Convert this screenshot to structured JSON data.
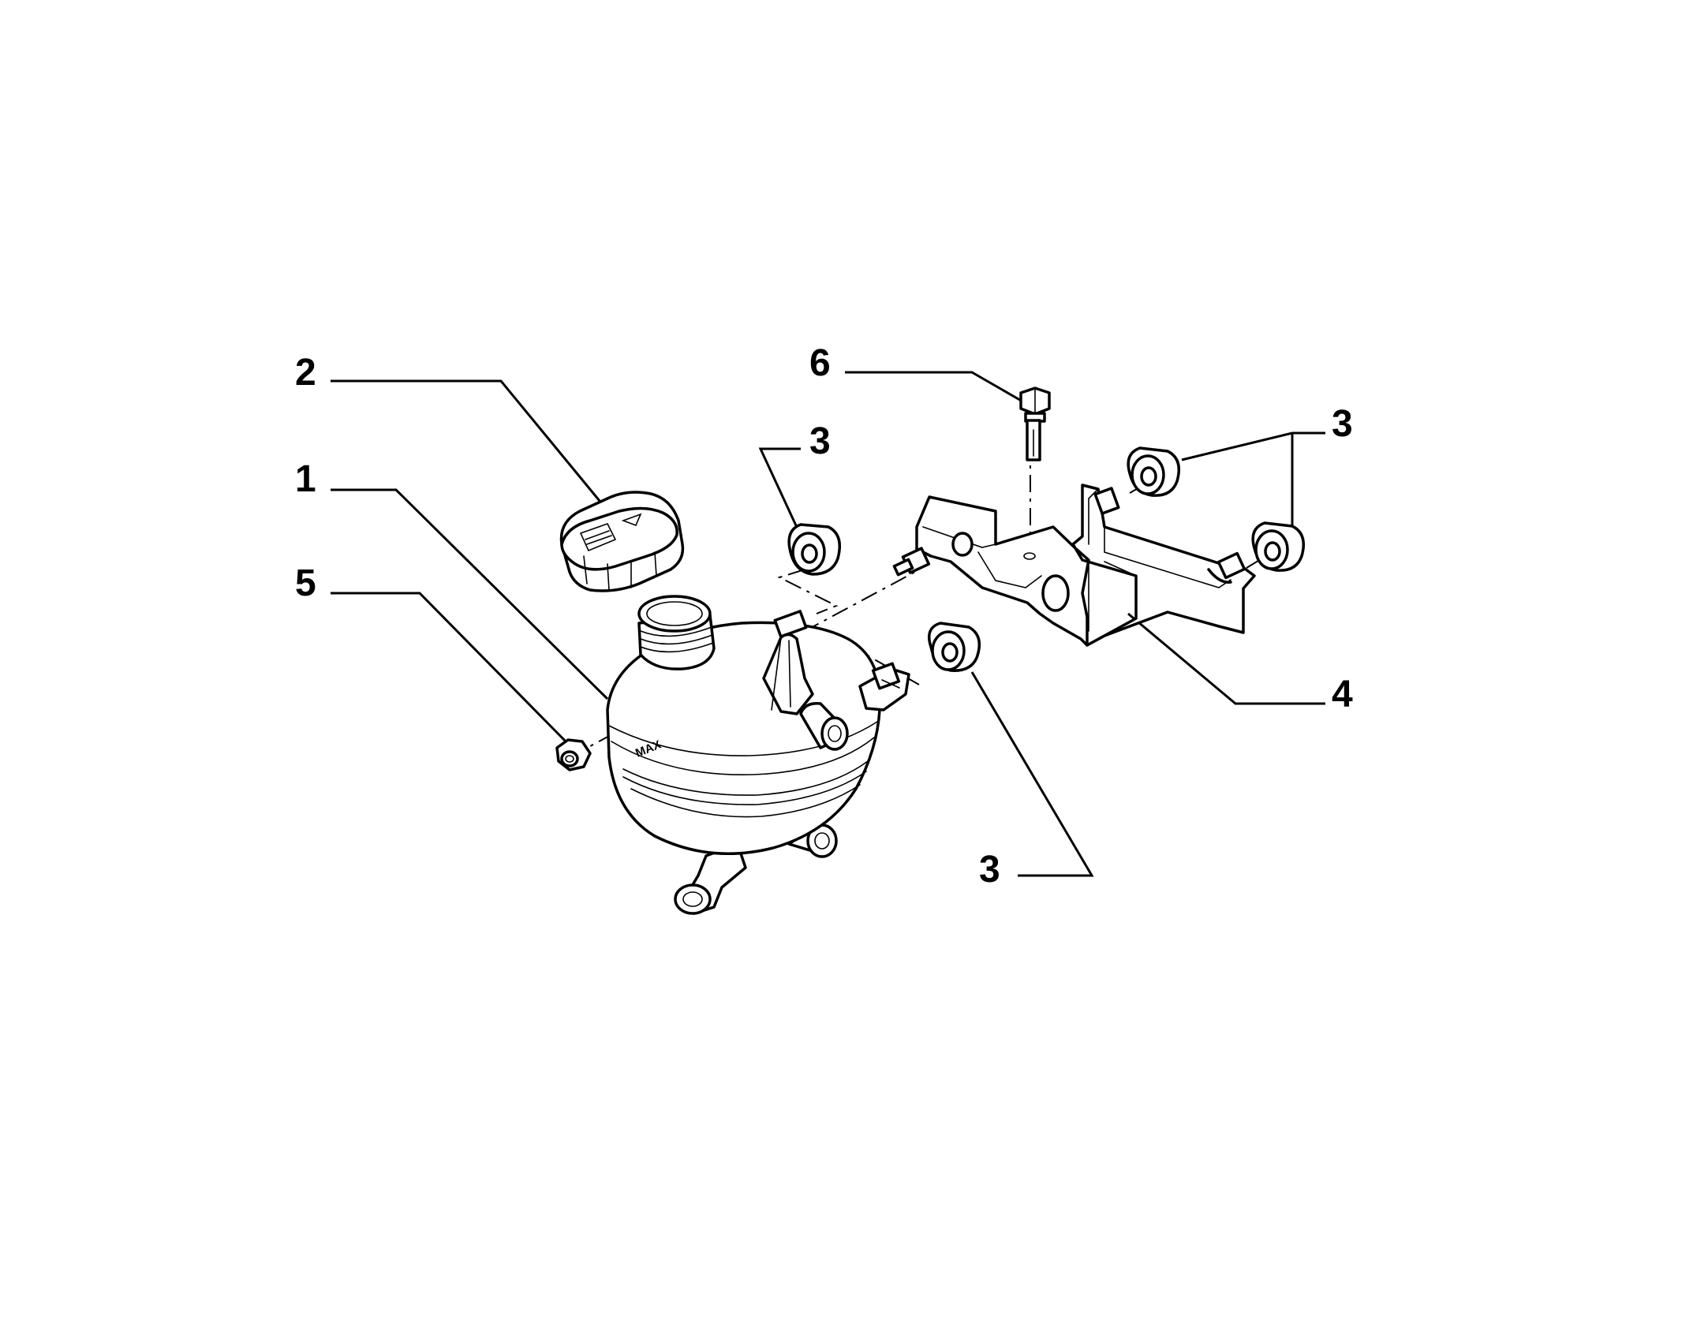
{
  "callouts": {
    "c1": "1",
    "c2": "2",
    "c3a": "3",
    "c3b": "3",
    "c3c": "3",
    "c4": "4",
    "c5": "5",
    "c6": "6"
  },
  "tank_marking": "MAX",
  "colors": {
    "line": "#000000",
    "background": "#ffffff"
  }
}
